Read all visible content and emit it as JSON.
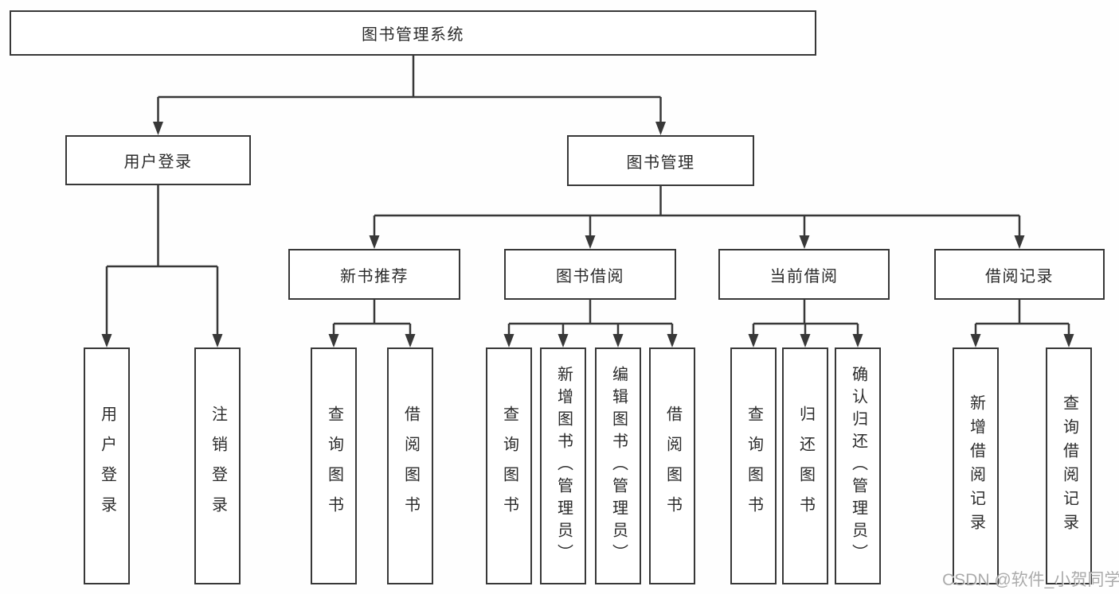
{
  "diagram": {
    "title": "图书管理系统",
    "nodes": {
      "user_login": "用户登录",
      "book_management": "图书管理",
      "new_book_recommend": "新书推荐",
      "book_borrow": "图书借阅",
      "current_borrow": "当前借阅",
      "borrow_records": "借阅记录",
      "user_login_action": "用户登录",
      "logout": "注销登录",
      "recommend_query_books": "查询图书",
      "recommend_borrow_books": "借阅图书",
      "borrow_query_books": "查询图书",
      "borrow_add_book_admin": "新增图书（管理员）",
      "borrow_edit_book_admin": "编辑图书（管理员）",
      "borrow_borrow_books": "借阅图书",
      "current_query_books": "查询图书",
      "current_return_books": "归还图书",
      "current_confirm_return_admin": "确认归还（管理员）",
      "records_add_record": "新增借阅记录",
      "records_query_record": "查询借阅记录"
    }
  },
  "watermark": {
    "text": "CSDN @软件_小贺同学",
    "color": "#9d9d9d"
  },
  "colors": {
    "line": "#383838",
    "box_border": "#383838",
    "text": "#2b2b2b",
    "background": "#ffffff"
  }
}
